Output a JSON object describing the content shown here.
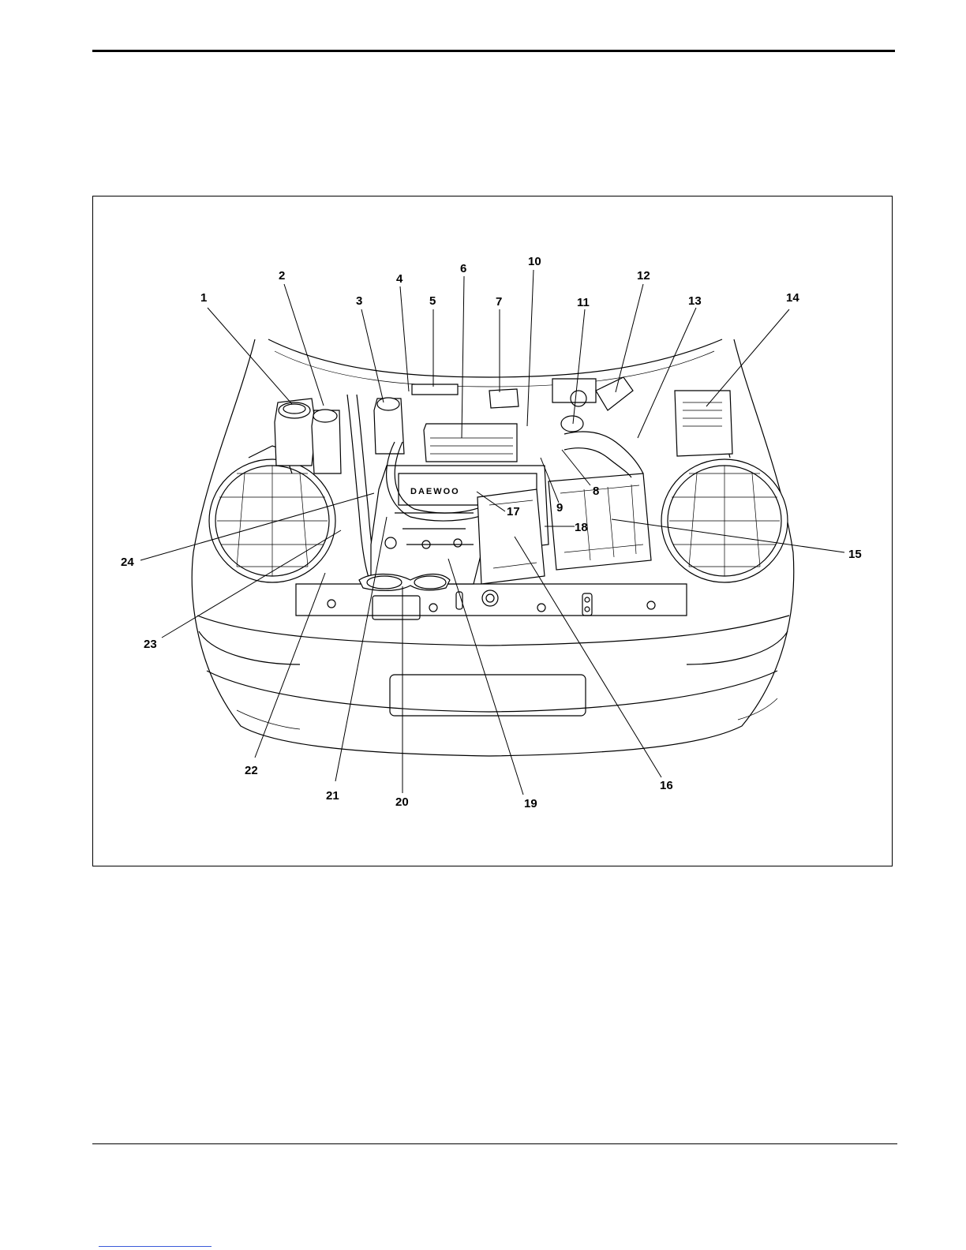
{
  "figure": {
    "brand_text": "DAEWOO",
    "callouts": [
      {
        "id": "1",
        "label": "1"
      },
      {
        "id": "2",
        "label": "2"
      },
      {
        "id": "3",
        "label": "3"
      },
      {
        "id": "4",
        "label": "4"
      },
      {
        "id": "5",
        "label": "5"
      },
      {
        "id": "6",
        "label": "6"
      },
      {
        "id": "7",
        "label": "7"
      },
      {
        "id": "8",
        "label": "8"
      },
      {
        "id": "9",
        "label": "9"
      },
      {
        "id": "10",
        "label": "10"
      },
      {
        "id": "11",
        "label": "11"
      },
      {
        "id": "12",
        "label": "12"
      },
      {
        "id": "13",
        "label": "13"
      },
      {
        "id": "14",
        "label": "14"
      },
      {
        "id": "15",
        "label": "15"
      },
      {
        "id": "16",
        "label": "16"
      },
      {
        "id": "17",
        "label": "17"
      },
      {
        "id": "18",
        "label": "18"
      },
      {
        "id": "19",
        "label": "19"
      },
      {
        "id": "20",
        "label": "20"
      },
      {
        "id": "21",
        "label": "21"
      },
      {
        "id": "22",
        "label": "22"
      },
      {
        "id": "23",
        "label": "23"
      },
      {
        "id": "24",
        "label": "24"
      }
    ]
  }
}
